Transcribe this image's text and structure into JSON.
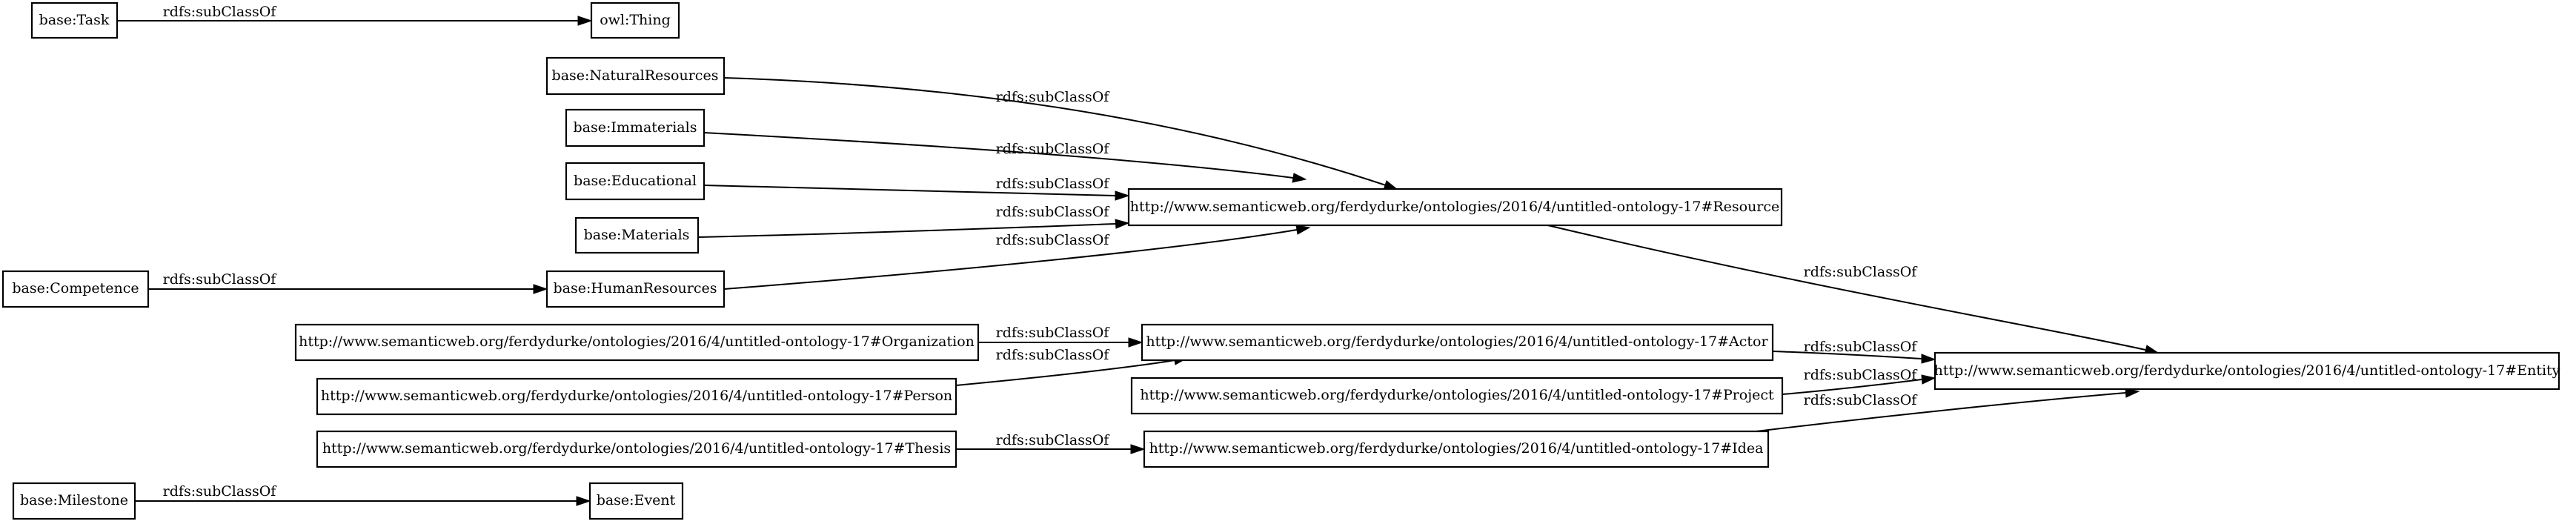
{
  "nodes": {
    "task": "base:Task",
    "thing": "owl:Thing",
    "natural_resources": "base:NaturalResources",
    "immaterials": "base:Immaterials",
    "educational": "base:Educational",
    "materials": "base:Materials",
    "resource": "http://www.semanticweb.org/ferdydurke/ontologies/2016/4/untitled-ontology-17#Resource",
    "competence": "base:Competence",
    "human_resources": "base:HumanResources",
    "organization": "http://www.semanticweb.org/ferdydurke/ontologies/2016/4/untitled-ontology-17#Organization",
    "actor": "http://www.semanticweb.org/ferdydurke/ontologies/2016/4/untitled-ontology-17#Actor",
    "person": "http://www.semanticweb.org/ferdydurke/ontologies/2016/4/untitled-ontology-17#Person",
    "project": "http://www.semanticweb.org/ferdydurke/ontologies/2016/4/untitled-ontology-17#Project",
    "entity": "http://www.semanticweb.org/ferdydurke/ontologies/2016/4/untitled-ontology-17#Entity",
    "thesis": "http://www.semanticweb.org/ferdydurke/ontologies/2016/4/untitled-ontology-17#Thesis",
    "idea": "http://www.semanticweb.org/ferdydurke/ontologies/2016/4/untitled-ontology-17#Idea",
    "milestone": "base:Milestone",
    "event": "base:Event"
  },
  "edges": [
    {
      "from": "base:Task",
      "to": "owl:Thing",
      "label": "rdfs:subClassOf"
    },
    {
      "from": "base:NaturalResources",
      "to": "#Resource",
      "label": "rdfs:subClassOf"
    },
    {
      "from": "base:Immaterials",
      "to": "#Resource",
      "label": "rdfs:subClassOf"
    },
    {
      "from": "base:Educational",
      "to": "#Resource",
      "label": "rdfs:subClassOf"
    },
    {
      "from": "base:Materials",
      "to": "#Resource",
      "label": "rdfs:subClassOf"
    },
    {
      "from": "base:HumanResources",
      "to": "#Resource",
      "label": "rdfs:subClassOf"
    },
    {
      "from": "base:Competence",
      "to": "base:HumanResources",
      "label": "rdfs:subClassOf"
    },
    {
      "from": "#Resource",
      "to": "#Entity",
      "label": "rdfs:subClassOf"
    },
    {
      "from": "#Organization",
      "to": "#Actor",
      "label": "rdfs:subClassOf"
    },
    {
      "from": "#Person",
      "to": "#Actor",
      "label": "rdfs:subClassOf"
    },
    {
      "from": "#Actor",
      "to": "#Entity",
      "label": "rdfs:subClassOf"
    },
    {
      "from": "#Project",
      "to": "#Entity",
      "label": "rdfs:subClassOf"
    },
    {
      "from": "#Idea",
      "to": "#Entity",
      "label": "rdfs:subClassOf"
    },
    {
      "from": "#Thesis",
      "to": "#Idea",
      "label": "rdfs:subClassOf"
    },
    {
      "from": "base:Milestone",
      "to": "base:Event",
      "label": "rdfs:subClassOf"
    }
  ]
}
